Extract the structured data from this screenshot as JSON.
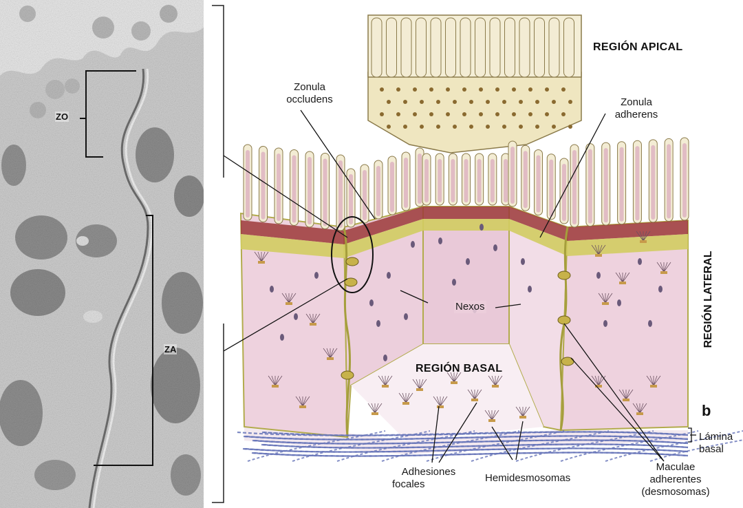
{
  "micrograph": {
    "labels": {
      "zo": "ZO",
      "za": "ZA"
    }
  },
  "diagram": {
    "regions": {
      "apical": "REGIÓN APICAL",
      "lateral": "REGIÓN LATERAL",
      "basal": "REGIÓN BASAL"
    },
    "panel_letter": "b",
    "labels": {
      "zonula_occludens": [
        "Zonula",
        "occludens"
      ],
      "zonula_adherens": [
        "Zonula",
        "adherens"
      ],
      "nexos": "Nexos",
      "lamina_basal": [
        "Lámina",
        "basal"
      ],
      "adhesiones_focales": [
        "Adhesiones",
        "focales"
      ],
      "hemidesmosomas": "Hemidesmosomas",
      "maculae_adherentes": [
        "Maculae",
        "adherentes",
        "(desmosomas)"
      ]
    }
  },
  "colors": {
    "cytoplasm": "#eed2de",
    "microvilli": "#f3ecd4",
    "junction_red": "#9c3a3a",
    "junction_yellow": "#d2cc62",
    "membrane": "#b2ab4c",
    "basal_lamina": "#6674b8",
    "micrograph_bg": "#c9c9c9"
  }
}
